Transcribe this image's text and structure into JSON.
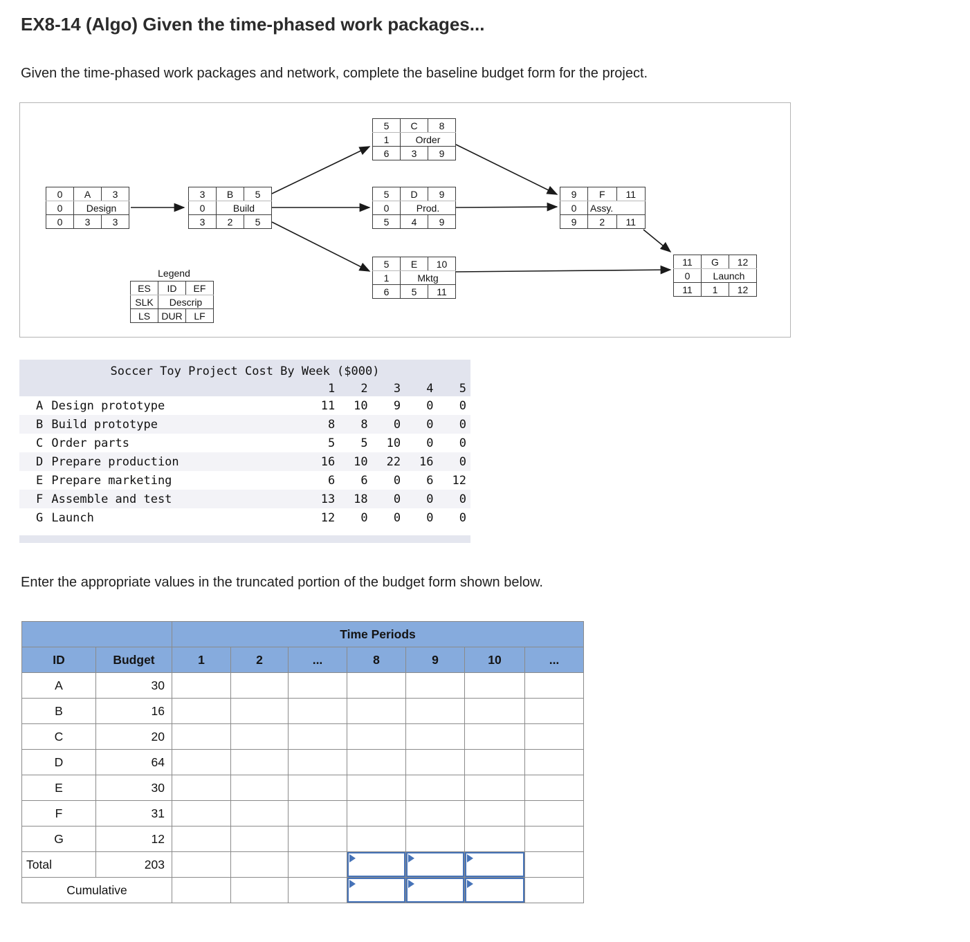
{
  "header": {
    "title": "EX8-14 (Algo) Given the time-phased work packages...",
    "intro": "Given the time-phased work packages and network, complete the baseline budget form for the project.",
    "instruction": "Enter the appropriate values in the truncated portion of the budget form shown below."
  },
  "network": {
    "legend": {
      "title": "Legend",
      "row1": [
        "ES",
        "ID",
        "EF"
      ],
      "row2": [
        "SLK",
        "Descrip"
      ],
      "row3": [
        "LS",
        "DUR",
        "LF"
      ]
    },
    "nodes": [
      {
        "id": "A",
        "name": "Design",
        "es": "0",
        "ef": "3",
        "slk": "0",
        "ls": "0",
        "dur": "3",
        "lf": "3"
      },
      {
        "id": "B",
        "name": "Build",
        "es": "3",
        "ef": "5",
        "slk": "0",
        "ls": "3",
        "dur": "2",
        "lf": "5"
      },
      {
        "id": "C",
        "name": "Order",
        "es": "5",
        "ef": "8",
        "slk": "1",
        "ls": "6",
        "dur": "3",
        "lf": "9"
      },
      {
        "id": "D",
        "name": "Prod.",
        "es": "5",
        "ef": "9",
        "slk": "0",
        "ls": "5",
        "dur": "4",
        "lf": "9"
      },
      {
        "id": "E",
        "name": "Mktg",
        "es": "5",
        "ef": "10",
        "slk": "1",
        "ls": "6",
        "dur": "5",
        "lf": "11"
      },
      {
        "id": "F",
        "name": "Assy.",
        "es": "9",
        "ef": "11",
        "slk": "0",
        "ls": "9",
        "dur": "2",
        "lf": "11"
      },
      {
        "id": "G",
        "name": "Launch",
        "es": "11",
        "ef": "12",
        "slk": "0",
        "ls": "11",
        "dur": "1",
        "lf": "12"
      }
    ]
  },
  "cost_table": {
    "title": "Soccer Toy Project Cost By Week ($000)",
    "week_headers": [
      "1",
      "2",
      "3",
      "4",
      "5"
    ],
    "rows": [
      {
        "id": "A",
        "name": "Design prototype",
        "values": [
          "11",
          "10",
          "9",
          "0",
          "0"
        ]
      },
      {
        "id": "B",
        "name": "Build prototype",
        "values": [
          "8",
          "8",
          "0",
          "0",
          "0"
        ]
      },
      {
        "id": "C",
        "name": "Order parts",
        "values": [
          "5",
          "5",
          "10",
          "0",
          "0"
        ]
      },
      {
        "id": "D",
        "name": "Prepare production",
        "values": [
          "16",
          "10",
          "22",
          "16",
          "0"
        ]
      },
      {
        "id": "E",
        "name": "Prepare marketing",
        "values": [
          "6",
          "6",
          "0",
          "6",
          "12"
        ]
      },
      {
        "id": "F",
        "name": "Assemble and test",
        "values": [
          "13",
          "18",
          "0",
          "0",
          "0"
        ]
      },
      {
        "id": "G",
        "name": "Launch",
        "values": [
          "12",
          "0",
          "0",
          "0",
          "0"
        ]
      }
    ]
  },
  "budget_form": {
    "time_periods_label": "Time Periods",
    "columns": [
      "ID",
      "Budget",
      "1",
      "2",
      "...",
      "8",
      "9",
      "10",
      "..."
    ],
    "rows": [
      {
        "id": "A",
        "budget": "30"
      },
      {
        "id": "B",
        "budget": "16"
      },
      {
        "id": "C",
        "budget": "20"
      },
      {
        "id": "D",
        "budget": "64"
      },
      {
        "id": "E",
        "budget": "30"
      },
      {
        "id": "F",
        "budget": "31"
      },
      {
        "id": "G",
        "budget": "12"
      }
    ],
    "total_label": "Total",
    "total_budget": "203",
    "cumulative_label": "Cumulative"
  },
  "colors": {
    "header_blue": "#86abdd",
    "input_border_blue": "#4673b8",
    "cost_band_bg": "#e2e4ee",
    "cost_alt_row_bg": "#f3f3f7",
    "grid_gray": "#8a8a8a"
  }
}
